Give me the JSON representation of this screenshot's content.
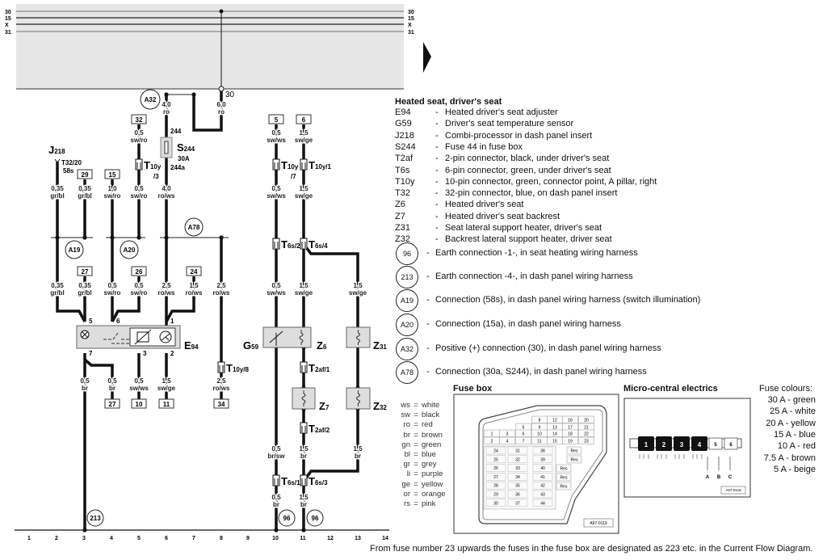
{
  "bus": {
    "labels": [
      "30",
      "15",
      "X",
      "31"
    ],
    "terminal": "30"
  },
  "columns": [
    "1",
    "2",
    "3",
    "4",
    "5",
    "6",
    "7",
    "8",
    "9",
    "10",
    "11",
    "12",
    "13",
    "14"
  ],
  "wire_labels": [
    [
      "4,0",
      "ro"
    ],
    [
      "6,0",
      "ro"
    ],
    [
      "0,5",
      "sw/ro"
    ],
    [
      "0,5",
      "sw/ws"
    ],
    [
      "1,5",
      "sw/ge"
    ],
    [
      "0,35",
      "gr/bl"
    ],
    [
      "0,35",
      "gr/bl"
    ],
    [
      "1,0",
      "sw/ro"
    ],
    [
      "0,5",
      "sw/ro"
    ],
    [
      "4,0",
      "ro/ws"
    ],
    [
      "0,5",
      "sw/ws"
    ],
    [
      "1,5",
      "sw/ge"
    ],
    [
      "0,35",
      "gr/bl"
    ],
    [
      "0,35",
      "gr/bl"
    ],
    [
      "0,5",
      "sw/ro"
    ],
    [
      "0,5",
      "sw/ro"
    ],
    [
      "2,5",
      "ro/ws"
    ],
    [
      "1,5",
      "ro/ws"
    ],
    [
      "2,5",
      "ro/ws"
    ],
    [
      "0,5",
      "sw/ws"
    ],
    [
      "1,5",
      "sw/ge"
    ],
    [
      "1,5",
      "sw/ge"
    ],
    [
      "0,5",
      "br"
    ],
    [
      "0,5",
      "br"
    ],
    [
      "0,5",
      "sw/ws"
    ],
    [
      "1,5",
      "sw/ge"
    ],
    [
      "2,5",
      "ro/ws"
    ],
    [
      "0,5",
      "br/sw"
    ],
    [
      "1,5",
      "br"
    ],
    [
      "1,5",
      "br"
    ],
    [
      "0,5",
      "br"
    ],
    [
      "1,5",
      "br"
    ]
  ],
  "terminal_boxes": [
    "32",
    "5",
    "6",
    "29",
    "15",
    "27",
    "26",
    "24",
    "27",
    "10",
    "11",
    "34"
  ],
  "connectors": [
    {
      "name": "T",
      "sub": "10y",
      "pin": "/3"
    },
    {
      "name": "T",
      "sub": "10y",
      "pin": "/7"
    },
    {
      "name": "T",
      "sub": "10y/1",
      "pin": ""
    },
    {
      "name": "T",
      "sub": "6s/2",
      "pin": ""
    },
    {
      "name": "T",
      "sub": "6s/4",
      "pin": ""
    },
    {
      "name": "T",
      "sub": "10y/8",
      "pin": ""
    },
    {
      "name": "T",
      "sub": "2af/1",
      "pin": ""
    },
    {
      "name": "T",
      "sub": "2af/2",
      "pin": ""
    },
    {
      "name": "T",
      "sub": "6s/1",
      "pin": ""
    },
    {
      "name": "T",
      "sub": "6s/3",
      "pin": ""
    }
  ],
  "circles": [
    "A32",
    "A19",
    "A20",
    "A78",
    "213",
    "96",
    "96"
  ],
  "components": {
    "J218": {
      "name": "J",
      "sub": "218",
      "pin": "T32/20",
      "pin2": "58s"
    },
    "S244": {
      "name": "S",
      "sub": "244",
      "rating": "30A",
      "in": "244",
      "out": "244a"
    },
    "E94": {
      "name": "E",
      "sub": "94"
    },
    "G59": {
      "name": "G",
      "sub": "59"
    },
    "Z6": {
      "name": "Z",
      "sub": "6"
    },
    "Z31": {
      "name": "Z",
      "sub": "31"
    },
    "Z7": {
      "name": "Z",
      "sub": "7"
    },
    "Z32": {
      "name": "Z",
      "sub": "32"
    }
  },
  "pins": [
    "5",
    "6",
    "1",
    "7",
    "3",
    "2"
  ],
  "legend": {
    "title": "Heated seat, driver's seat",
    "items": [
      {
        "code": "E94",
        "desc": "Heated driver's seat adjuster"
      },
      {
        "code": "G59",
        "desc": "Driver's seat temperature sensor"
      },
      {
        "code": "J218",
        "desc": "Combi-processor in dash panel insert"
      },
      {
        "code": "S244",
        "desc": "Fuse 44 in fuse box"
      },
      {
        "code": "T2af",
        "desc": "2-pin connector, black, under driver's seat"
      },
      {
        "code": "T6s",
        "desc": "6-pin connector, green, under driver's seat"
      },
      {
        "code": "T10y",
        "desc": "10-pin connector, green, connector point, A pillar, right"
      },
      {
        "code": "T32",
        "desc": "32-pin connector, blue, on dash panel insert"
      },
      {
        "code": "Z6",
        "desc": "Heated driver's seat"
      },
      {
        "code": "Z7",
        "desc": "Heated driver's seat backrest"
      },
      {
        "code": "Z31",
        "desc": "Seat lateral support heater, driver's seat"
      },
      {
        "code": "Z32",
        "desc": "Backrest lateral support heater, driver seat"
      }
    ],
    "earth": [
      {
        "id": "96",
        "desc": "Earth connection -1-, in seat heating wiring harness"
      },
      {
        "id": "213",
        "desc": "Earth connection -4-, in dash panel wiring harness"
      },
      {
        "id": "A19",
        "desc": "Connection (58s), in dash panel wiring harness (switch illumination)"
      },
      {
        "id": "A20",
        "desc": "Connection (15a), in dash panel wiring harness"
      },
      {
        "id": "A32",
        "desc": "Positive (+) connection (30), in dash panel wiring harness"
      },
      {
        "id": "A78",
        "desc": "Connection (30a, S244), in dash panel wiring harness"
      }
    ],
    "dash": "-",
    "eq": "=",
    "colors": [
      {
        "code": "ws",
        "meaning": "white"
      },
      {
        "code": "sw",
        "meaning": "black"
      },
      {
        "code": "ro",
        "meaning": "red"
      },
      {
        "code": "br",
        "meaning": "brown"
      },
      {
        "code": "gn",
        "meaning": "green"
      },
      {
        "code": "bl",
        "meaning": "blue"
      },
      {
        "code": "gr",
        "meaning": "grey"
      },
      {
        "code": "li",
        "meaning": "purple"
      },
      {
        "code": "ge",
        "meaning": "yellow"
      },
      {
        "code": "or",
        "meaning": "orange"
      },
      {
        "code": "rs",
        "meaning": "pink"
      }
    ]
  },
  "fuse_box": {
    "title": "Fuse box",
    "top_rows": [
      [
        "8",
        "12",
        "16",
        "20"
      ],
      [
        "5",
        "9",
        "13",
        "17",
        "21"
      ],
      [
        "1",
        "3",
        "6",
        "10",
        "14",
        "18",
        "22"
      ],
      [
        "2",
        "4",
        "7",
        "11",
        "15",
        "19",
        "23"
      ]
    ],
    "lower_cols": [
      [
        "24",
        "25",
        "26",
        "27",
        "28",
        "29",
        "30"
      ],
      [
        "31",
        "32",
        "33",
        "34",
        "35",
        "36",
        "37"
      ],
      [
        "38",
        "39",
        "40",
        "41",
        "42",
        "43",
        "44"
      ]
    ],
    "res": [
      "Res",
      "Res",
      "Res",
      "Res",
      "Res"
    ],
    "ref": "A97-0119"
  },
  "micro_central": {
    "title": "Micro-central electrics",
    "relays": [
      "1",
      "2",
      "3",
      "4",
      "5",
      "6"
    ],
    "points": [
      "A",
      "B",
      "C"
    ],
    "ref": "A97-0118"
  },
  "fuse_colours": {
    "title": "Fuse colours:",
    "items": [
      "30 A - green",
      "25 A - white",
      "20 A - yellow",
      "15 A - blue",
      "10 A - red",
      "7.5 A - brown",
      "5 A - beige"
    ]
  },
  "footer": "From fuse number 23 upwards the fuses in the fuse box are designated as 223 etc. in the Current Flow Diagram."
}
